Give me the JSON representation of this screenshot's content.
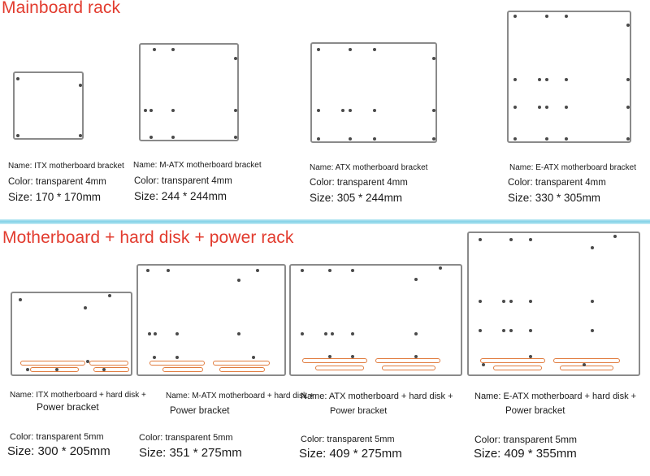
{
  "section1": {
    "title": "Mainboard rack"
  },
  "section2": {
    "title": "Motherboard + hard disk + power rack"
  },
  "racks": [
    {
      "name": "Name: ITX motherboard bracket",
      "color": "Color: transparent 4mm",
      "size": "Size: 170 * 170mm"
    },
    {
      "name": "Name: M-ATX motherboard bracket",
      "color": "Color: transparent 4mm",
      "size": "Size: 244 * 244mm"
    },
    {
      "name": "Name: ATX motherboard bracket",
      "color": "Color: transparent 4mm",
      "size": "Size: 305 * 244mm"
    },
    {
      "name": "Name: E-ATX motherboard bracket",
      "color": "Color: transparent 4mm",
      "size": "Size: 330 * 305mm"
    }
  ],
  "combo": [
    {
      "name_line1": "Name: ITX motherboard + hard disk +",
      "name_line2": "Power bracket",
      "color": "Color: transparent 5mm",
      "size": "Size: 300 * 205mm"
    },
    {
      "name_line1": "Name: M-ATX motherboard + hard disk +",
      "name_line2": "Power bracket",
      "color": "Color: transparent 5mm",
      "size": "Size: 351 * 275mm"
    },
    {
      "name_line1": "Name: ATX motherboard + hard disk +",
      "name_line2": "Power bracket",
      "color": "Color: transparent 5mm",
      "size": "Size: 409 * 275mm"
    },
    {
      "name_line1": "Name: E-ATX motherboard + hard disk +",
      "name_line2": "Power bracket",
      "color": "Color: transparent 5mm",
      "size": "Size: 409 * 355mm"
    }
  ]
}
